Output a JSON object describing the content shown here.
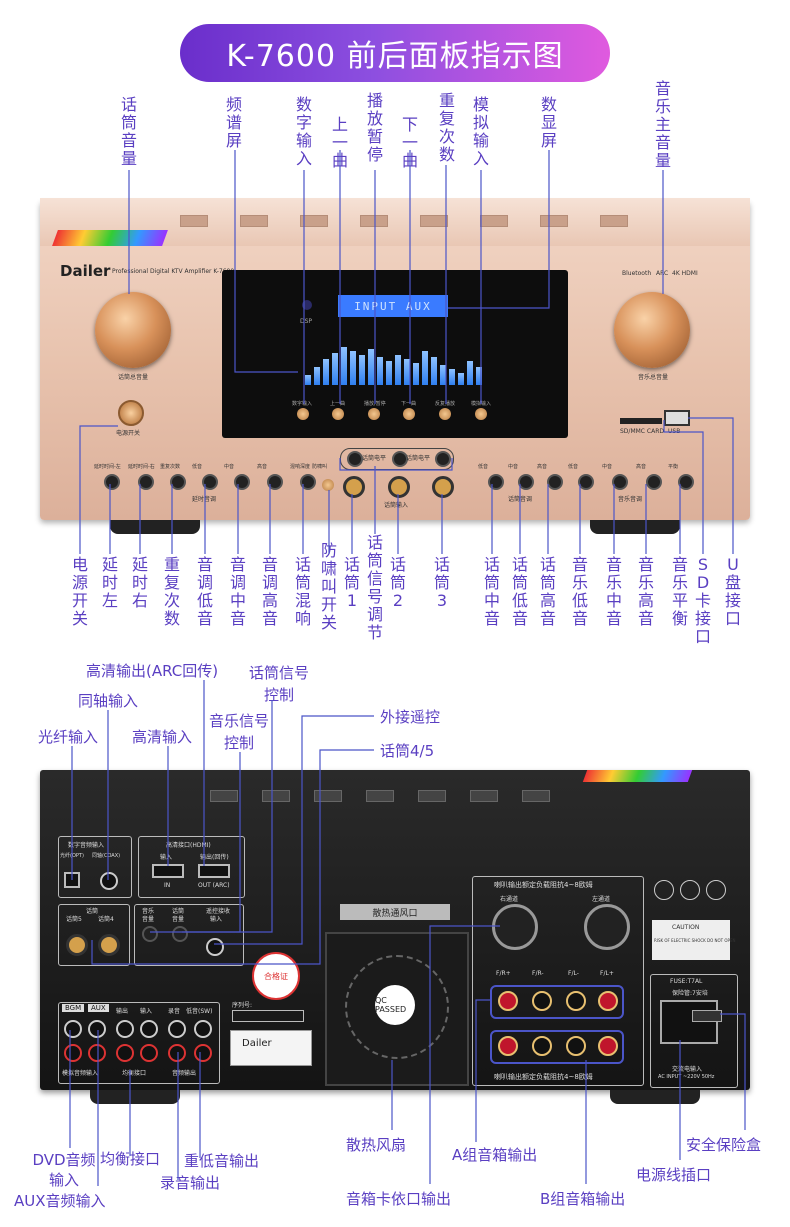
{
  "title": "K-7600 前后面板指示图",
  "front": {
    "brand": "Dailer",
    "subtitle": "Professional Digital KTV Amplifier K-7600",
    "lcd_text": "INPUT AUX",
    "top_labels": [
      "话筒音量",
      "频谱屏",
      "数字输入",
      "上一曲",
      "播放暂停",
      "下一曲",
      "重复次数",
      "模拟输入",
      "数显屏",
      "音乐主音量"
    ],
    "bottom_labels": [
      "电源开关",
      "延时左",
      "延时右",
      "重复次数",
      "音调低音",
      "音调中音",
      "音调高音",
      "话筒混响",
      "防啸叫开关",
      "话筒1",
      "话筒信号调节",
      "话筒2",
      "话筒3",
      "话筒中音",
      "话筒低音",
      "话筒高音",
      "音乐低音",
      "音乐中音",
      "音乐高音",
      "音乐平衡",
      "SD卡接口",
      "U盘接口"
    ],
    "panel_texts": {
      "mic_vol": "话筒总音量",
      "music_vol": "音乐总音量",
      "power": "电源开关",
      "bluetooth": "Bluetooth",
      "arc": "ARC",
      "hdmi": "4K HDMI",
      "sd": "SD/MMC CARD",
      "usb": "USB",
      "dsp": "DSP",
      "echo_group": "延时音调",
      "mic_tone": "话筒音调",
      "music_tone": "音乐音调",
      "mic_input": "话筒输入",
      "mic_level": "话筒电平",
      "panel_controls": [
        "数字输入",
        "上一曲",
        "播放/暂停",
        "下一曲",
        "反复播放",
        "模拟输入"
      ],
      "knob_texts": [
        "延时时间-左",
        "延时时间-右",
        "重复次数",
        "低音",
        "中音",
        "高音",
        "混响深度",
        "防啸叫",
        "低音",
        "中音",
        "高音",
        "低音",
        "中音",
        "高音",
        "平衡"
      ]
    }
  },
  "rear": {
    "labels": {
      "arc_out": "高清输出(ARC回传)",
      "coax_in": "同轴输入",
      "optical_in": "光纤输入",
      "hdmi_in": "高清输入",
      "mic_signal_ctrl": "话筒信号控制",
      "music_signal_ctrl": "音乐信号控制",
      "remote": "外接遥控",
      "mic45": "话筒4/5",
      "dvd_in": "DVD音频输入",
      "aux_in": "AUX音频输入",
      "balance": "均衡接口",
      "record_out": "录音输出",
      "sub_out": "重低音输出",
      "fan": "散热风扇",
      "speaker_card": "音箱卡依口输出",
      "a_out": "A组音箱输出",
      "b_out": "B组音箱输出",
      "fuse": "安全保险盒",
      "power_socket": "电源线插口"
    },
    "panel_texts": {
      "digital_in": "数字音频输入",
      "optical": "光纤(OPT)",
      "coax": "同轴(COAX)",
      "hdmi": "高清接口(HDMI)",
      "hdmi_in": "输入",
      "hdmi_out": "输出(回传)",
      "hdmi_in_small": "IN",
      "hdmi_out_small": "OUT (ARC)",
      "mic_group": "话筒",
      "mic5": "话筒5",
      "mic4": "话筒4",
      "music": "音乐",
      "remote_in": "遥控接收",
      "volume": "音量",
      "input": "输入",
      "vent": "散热通风口",
      "speaker_title": "喇叭输出额定负载阻抗4~8欧姆",
      "right_ch": "右通道",
      "left_ch": "左通道",
      "fr_plus": "F/R+",
      "fr_minus": "F/R-",
      "fl_minus": "F/L-",
      "fl_plus": "F/L+",
      "fuse_text": "FUSE:T7AL",
      "fuse_sub": "保险管:7安培",
      "ac_input": "交流电输入",
      "ac_spec": "AC INPUT ~220V 50Hz",
      "caution": "CAUTION",
      "shock": "RISK OF ELECTRIC SHOCK DO NOT OPEN",
      "serial": "序列号:",
      "bgm": "BGM",
      "aux": "AUX",
      "out": "输出",
      "in": "输入",
      "rec": "录音",
      "sw": "低音(SW)",
      "analog_in": "模拟音频输入",
      "eq_port": "均衡接口",
      "audio_out": "音频输出",
      "qc": "QC PASSED",
      "cert": "合格证"
    }
  },
  "colors": {
    "label": "#5a3fc2",
    "line": "#4b55c8"
  }
}
